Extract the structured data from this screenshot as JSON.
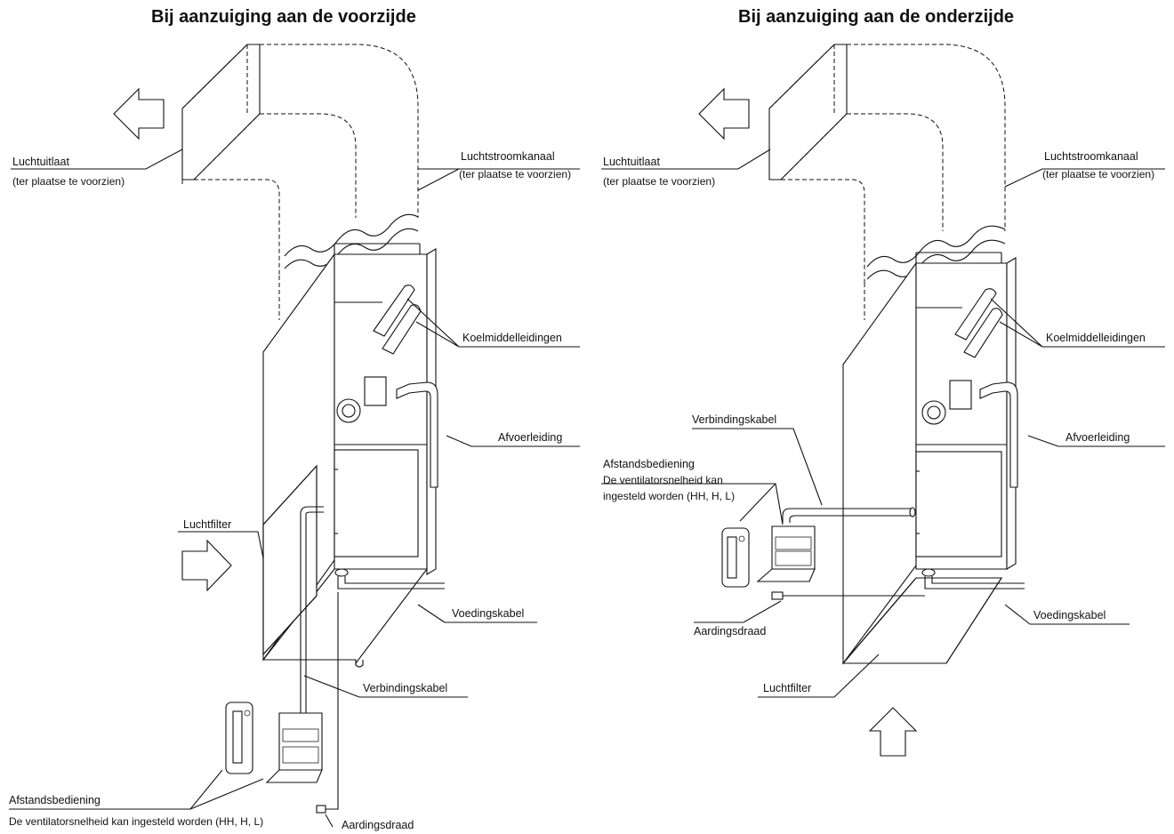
{
  "left": {
    "title": "Bij aanzuiging aan de voorzijde",
    "labels": {
      "luchtuitlaat": "Luchtuitlaat",
      "luchtuitlaat_sub": "(ter plaatse te voorzien)",
      "luchtstroomkanaal": "Luchtstroomkanaal",
      "luchtstroomkanaal_sub": "(ter plaatse te voorzien)",
      "koelmiddelleidingen": "Koelmiddelleidingen",
      "afvoerleiding": "Afvoerleiding",
      "luchtfilter": "Luchtfilter",
      "voedingskabel": "Voedingskabel",
      "verbindingskabel": "Verbindingskabel",
      "afstandsbediening": "Afstandsbediening",
      "ventilator": "De ventilatorsnelheid kan ingesteld worden (HH, H, L)",
      "aardingsdraad": "Aardingsdraad"
    }
  },
  "right": {
    "title": "Bij aanzuiging aan de onderzijde",
    "labels": {
      "luchtuitlaat": "Luchtuitlaat",
      "luchtuitlaat_sub": "(ter plaatse te voorzien)",
      "luchtstroomkanaal": "Luchtstroomkanaal",
      "luchtstroomkanaal_sub": "(ter plaatse te voorzien)",
      "koelmiddelleidingen": "Koelmiddelleidingen",
      "afvoerleiding": "Afvoerleiding",
      "verbindingskabel": "Verbindingskabel",
      "afstandsbediening": "Afstandsbediening",
      "ventilator_1": "De ventilatorsnelheid kan",
      "ventilator_2": "ingesteld worden (HH, H, L)",
      "aardingsdraad": "Aardingsdraad",
      "voedingskabel": "Voedingskabel",
      "luchtfilter": "Luchtfilter"
    }
  }
}
